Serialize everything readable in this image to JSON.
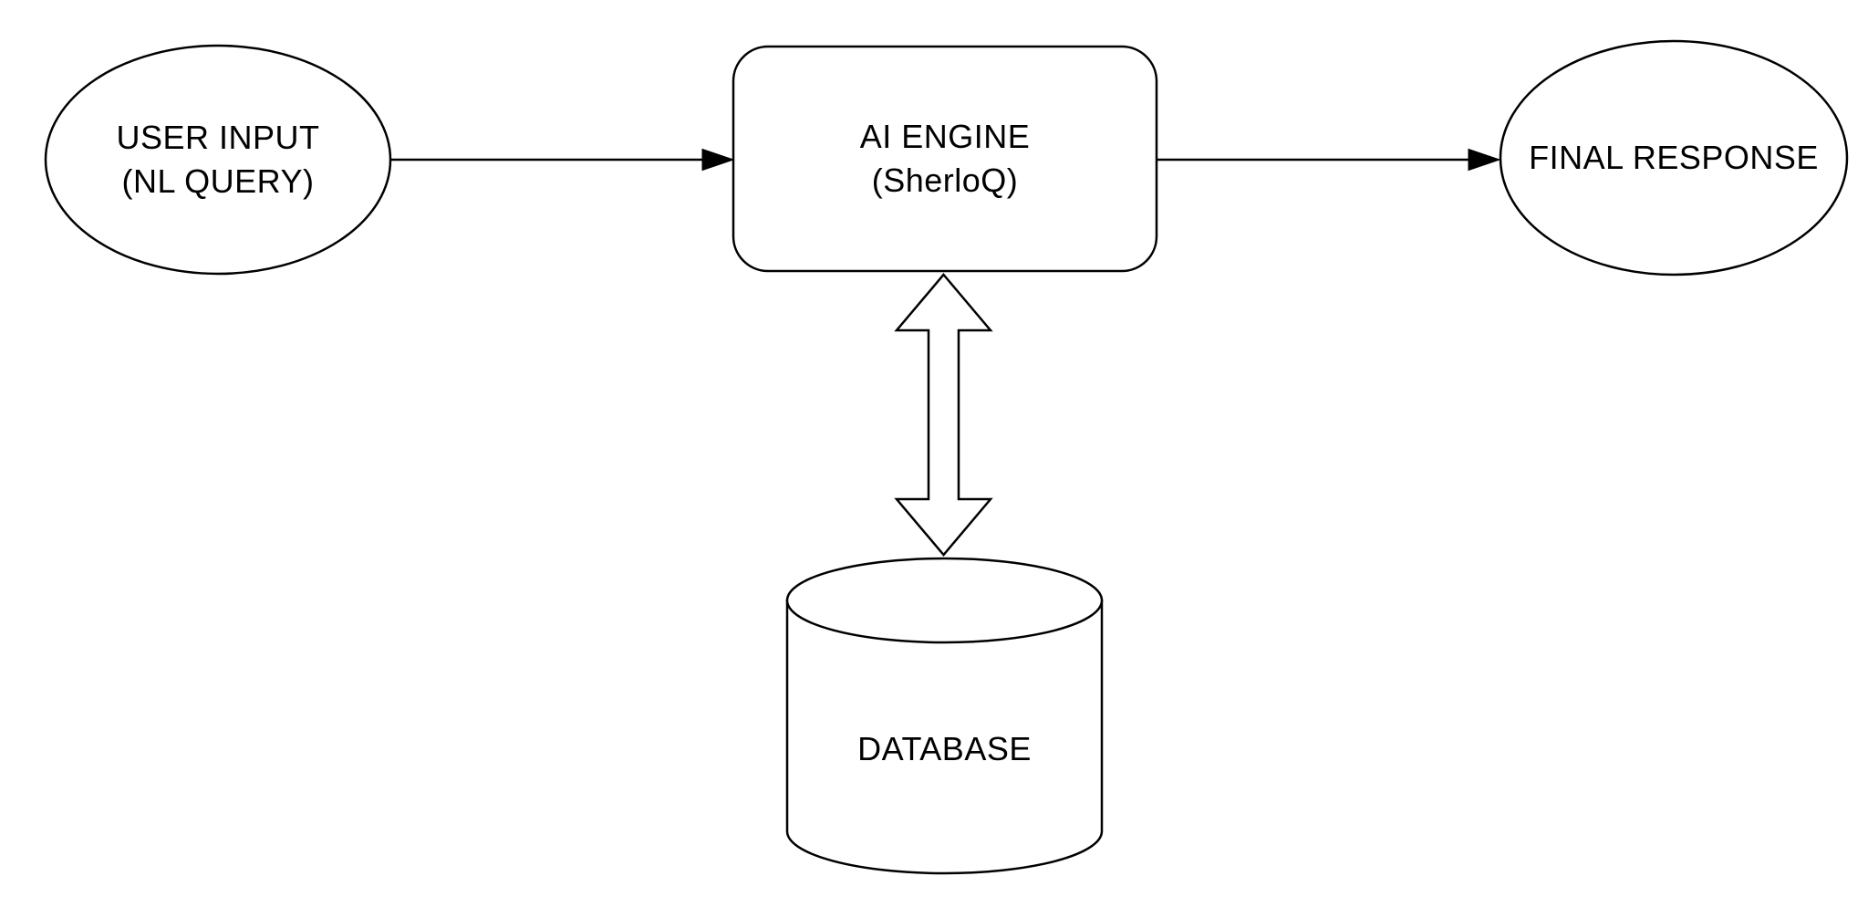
{
  "diagram": {
    "background_color": "#ffffff",
    "stroke_color": "#000000",
    "text_color": "#000000",
    "nodes": {
      "user_input": {
        "shape": "ellipse",
        "label_line1": "USER INPUT",
        "label_line2": "(NL QUERY)"
      },
      "ai_engine": {
        "shape": "rounded-rectangle",
        "label_line1": "AI ENGINE",
        "label_line2": "(SherloQ)"
      },
      "final_response": {
        "shape": "ellipse",
        "label": "FINAL RESPONSE"
      },
      "database": {
        "shape": "cylinder",
        "label": "DATABASE"
      }
    },
    "edges": [
      {
        "id": "user-input-to-ai-engine",
        "from": "user_input",
        "to": "ai_engine",
        "style": "solid-line",
        "arrowhead": "filled-triangle",
        "direction": "one-way"
      },
      {
        "id": "ai-engine-to-final-response",
        "from": "ai_engine",
        "to": "final_response",
        "style": "solid-line",
        "arrowhead": "filled-triangle",
        "direction": "one-way"
      },
      {
        "id": "ai-engine-to-database",
        "from": "ai_engine",
        "to": "database",
        "style": "outlined-block-arrow",
        "direction": "two-way"
      }
    ]
  }
}
